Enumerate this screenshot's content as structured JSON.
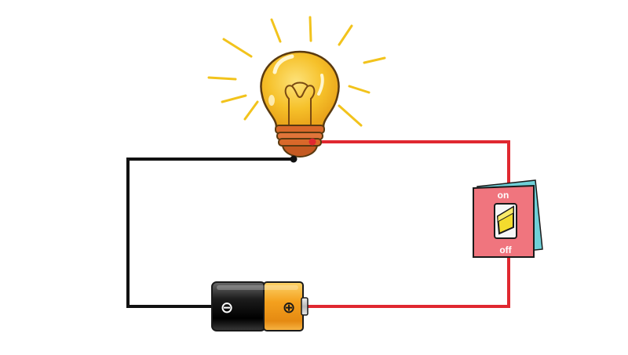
{
  "switch": {
    "on_label": "on",
    "off_label": "off",
    "state": "on"
  },
  "battery": {
    "negative_symbol": "⊖",
    "positive_symbol": "⊕"
  },
  "bulb": {
    "lit": true
  },
  "colors": {
    "black_wire": "#111111",
    "red_wire": "#e02830",
    "bulb_glass": "#f6c12a",
    "bulb_base": "#d9682a",
    "rays": "#f2c31c",
    "switch_face": "#f0757e",
    "switch_edge": "#6fd0d8",
    "switch_toggle": "#f4dc2e",
    "battery_black": "#1a1a1a",
    "battery_orange": "#f4a11e"
  }
}
